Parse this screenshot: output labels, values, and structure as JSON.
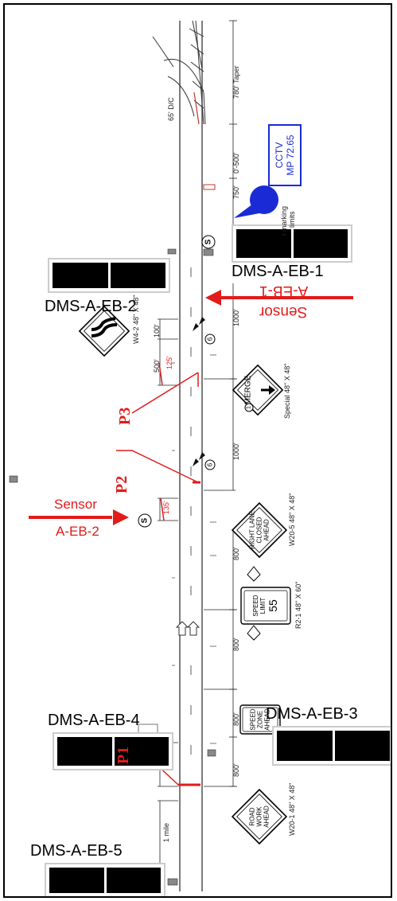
{
  "signs": {
    "dms1": "DMS-A-EB-1",
    "dms2": "DMS-A-EB-2",
    "dms3": "DMS-A-EB-3",
    "dms4": "DMS-A-EB-4",
    "dms5": "DMS-A-EB-5"
  },
  "sensors": {
    "sensor1_word": "Sensor",
    "sensor1_id": "A-EB-1",
    "sensor2_word": "Sensor",
    "sensor2_id": "A-EB-2"
  },
  "points": {
    "p1": "P1",
    "p2": "P2",
    "p3": "P3"
  },
  "cctv": {
    "line1": "CCTV",
    "line2": "MP 72.65"
  },
  "dimensions": {
    "taper": "780' Taper",
    "dc": "65' D/C",
    "d500": "0'-500'",
    "d750": "750'",
    "d1000a": "1000'",
    "d1000b": "1000'",
    "d800a": "800'",
    "d800b": "800'",
    "d800c": "800'",
    "d800d": "800'",
    "d100": "100'",
    "d500b": "500'",
    "d125": "125'",
    "d135": "135'",
    "mile": "1 mile",
    "marking": "t marking",
    "limits": "limits"
  },
  "road_signs": {
    "merge": "MERGE",
    "merge_spec": "Special 48\" X 48\"",
    "w4_2": "W4-2 48\" X 48\"",
    "right_lane_1": "RIGHT LANE",
    "right_lane_2": "CLOSED",
    "right_lane_3": "AHEAD",
    "w20_5": "W20-5 48\" X 48\"",
    "speed_limit_1": "SPEED",
    "speed_limit_2": "LIMIT",
    "speed_limit_3": "55",
    "r2_1": "R2-1 48\" X 60\"",
    "speed_zone_1": "SPEED",
    "speed_zone_2": "ZONE",
    "speed_zone_3": "AHEAD",
    "road_work_1": "ROAD",
    "road_work_2": "WORK",
    "road_work_3": "AHEAD",
    "w20_1": "W20-1 48\" X 48\"",
    "six_a": "6",
    "six_b": "6",
    "circle_one": "1",
    "s_sensor": "S",
    "s_top": "S"
  }
}
